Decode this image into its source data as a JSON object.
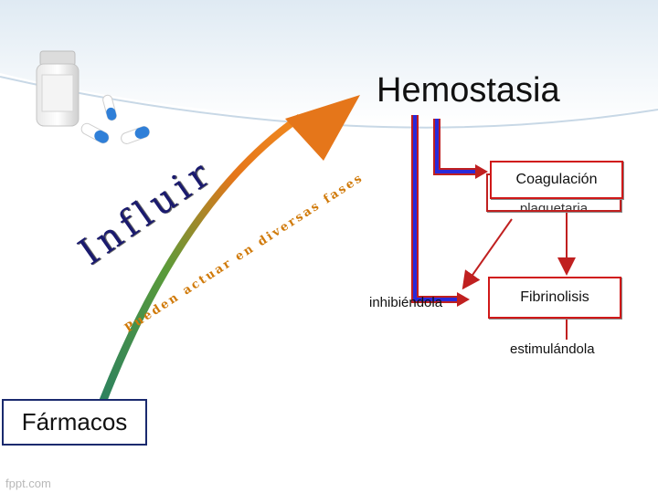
{
  "slide": {
    "title": "Hemostasia",
    "arrow_text": "Influir",
    "arrow_subtext": "Pueden actuar en diversas fases",
    "boxes": {
      "coagulacion": "Coagulación",
      "plaquetaria": "plaquetaria",
      "fibrinolisis": "Fibrinolisis",
      "farmacos": "Fármacos"
    },
    "labels": {
      "inhibiendola": "inhibiéndola",
      "estimulandola": "estimulándola"
    },
    "watermark": "fppt.com"
  },
  "colors": {
    "box_border": "#d01818",
    "connector_blue": "#2a2ad8",
    "connector_red": "#c02020",
    "arrow_green": "#2e8b57",
    "arrow_orange": "#e5761a",
    "influir_text": "#1a1a6e"
  }
}
